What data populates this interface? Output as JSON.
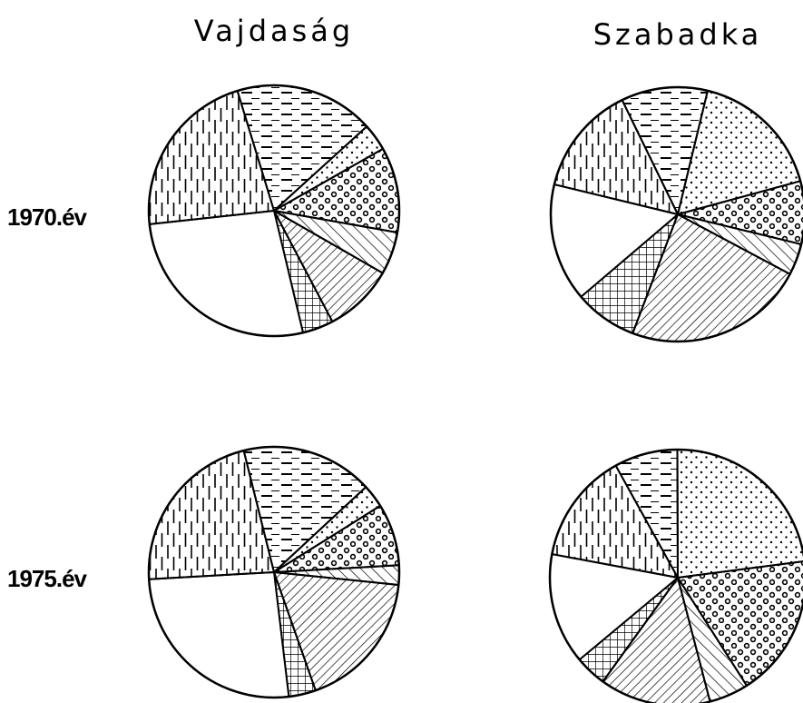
{
  "chart_data": {
    "type": "pie",
    "columns": [
      "Vajdaság",
      "Szabadka"
    ],
    "rows": [
      "1970.év",
      "1975.év"
    ],
    "note": "Unlabeled hatched pie charts; slice shares in percent, listed clockwise from the top starting at the horizontal-dash slice. Pattern order is identical in every pie.",
    "patterns": [
      "horizontal-dash",
      "dots-small",
      "circles",
      "diagonal-forward",
      "diagonal-back",
      "crosshatch",
      "blank",
      "vertical-dash"
    ],
    "pies": [
      {
        "column": "Vajdaság",
        "row": "1970.év",
        "values": [
          18.0,
          3.5,
          11.0,
          5.5,
          9.0,
          4.0,
          27.0,
          22.0
        ]
      },
      {
        "column": "Szabadka",
        "row": "1970.év",
        "values": [
          11.0,
          17.0,
          8.0,
          4.0,
          23.0,
          8.0,
          15.0,
          14.0
        ]
      },
      {
        "column": "Vajdaság",
        "row": "1975.év",
        "values": [
          17.0,
          3.0,
          8.0,
          2.5,
          18.0,
          3.5,
          26.0,
          22.0
        ]
      },
      {
        "column": "Szabadka",
        "row": "1975.év",
        "values": [
          8.0,
          23.0,
          18.0,
          5.0,
          14.0,
          4.0,
          14.0,
          14.0
        ]
      }
    ]
  }
}
